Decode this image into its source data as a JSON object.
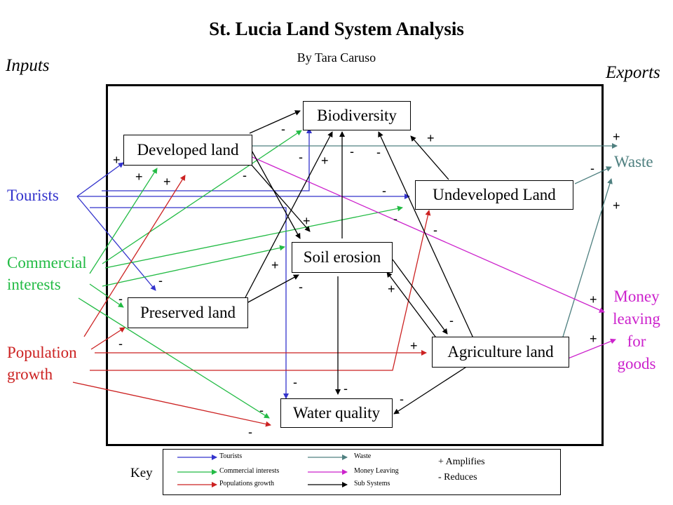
{
  "title": "St. Lucia Land System Analysis",
  "subtitle": "By Tara Caruso",
  "inputs_heading": "Inputs",
  "exports_heading": "Exports",
  "colors": {
    "tourists": "#3333cc",
    "commercial": "#22bb44",
    "population": "#cc2222",
    "waste": "#4f8080",
    "money": "#cc22cc",
    "subsystems": "#000000"
  },
  "nodes": {
    "biodiversity": "Biodiversity",
    "developed_land": "Developed land",
    "undeveloped_land": "Undeveloped Land",
    "soil_erosion": "Soil erosion",
    "preserved_land": "Preserved land",
    "agriculture_land": "Agriculture land",
    "water_quality": "Water quality"
  },
  "inputs": {
    "tourists": "Tourists",
    "commercial_line1": "Commercial",
    "commercial_line2": "interests",
    "population_line1": "Population",
    "population_line2": "growth"
  },
  "exports": {
    "waste": "Waste",
    "money_line1": "Money",
    "money_line2": "leaving",
    "money_line3": "for",
    "money_line4": "goods"
  },
  "signs": {
    "plus": "+",
    "minus": "-"
  },
  "key": {
    "title": "Key",
    "items": [
      {
        "label": "Tourists",
        "color": "#3333cc"
      },
      {
        "label": "Commercial interests",
        "color": "#22bb44"
      },
      {
        "label": "Populations growth",
        "color": "#cc2222"
      },
      {
        "label": "Waste",
        "color": "#4f8080"
      },
      {
        "label": "Money Leaving",
        "color": "#cc22cc"
      },
      {
        "label": "Sub Systems",
        "color": "#000000"
      }
    ],
    "amplifies": "+ Amplifies",
    "reduces": "-  Reduces"
  }
}
